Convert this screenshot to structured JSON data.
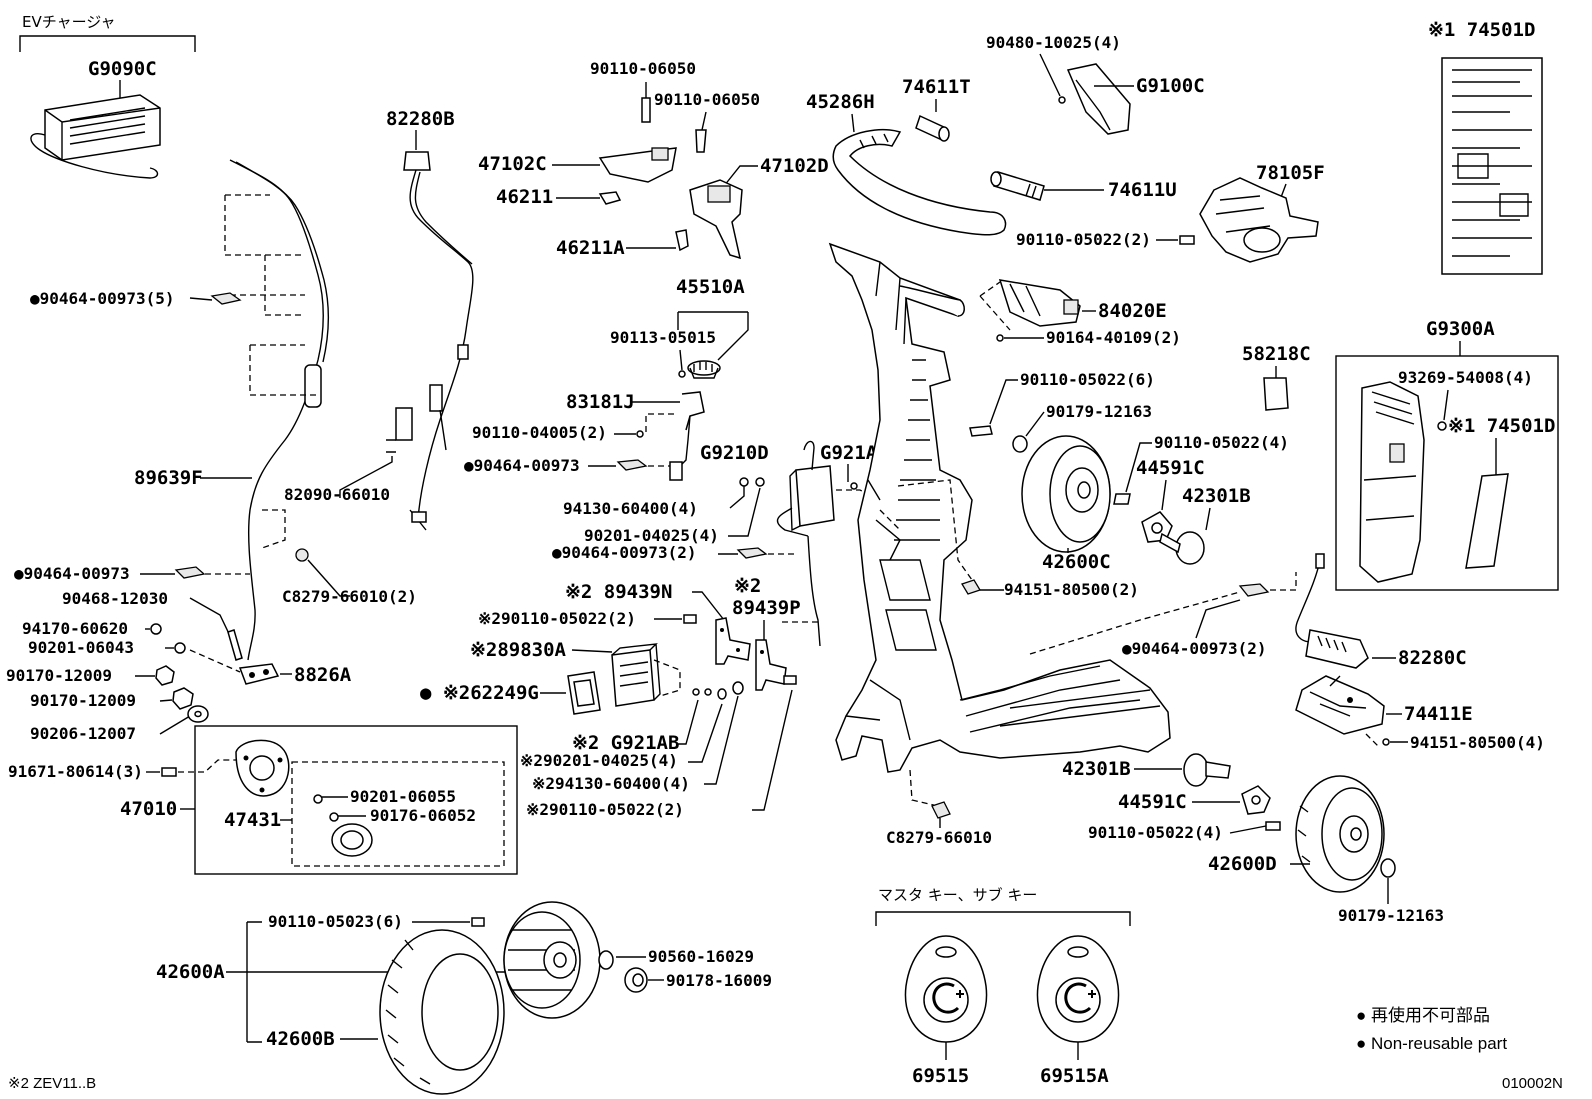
{
  "charger": {
    "group_label": "EVチャージャ",
    "part": "G9090C"
  },
  "cable": {
    "main": "89639F",
    "clip": "●90464-00973(5)",
    "clip2": "●90464-00973",
    "clamp": "C8279-66010(2)",
    "bolt": "90468-12030",
    "nut": "94170-60620",
    "washer": "90201-06043",
    "bracket": "8826A"
  },
  "hub": {
    "nut1": "90170-12009",
    "nut2": "90170-12009",
    "washer": "90206-12007",
    "bolt": "91671-80614(3)",
    "assy": "47010",
    "sub": "47431",
    "w1": "90201-06055",
    "w2": "90176-06052"
  },
  "wheel_front_left": {
    "screws": "90110-05023(6)",
    "wheel": "42600A",
    "tire": "42600B",
    "washer": "90560-16029",
    "bearing": "90178-16009"
  },
  "harness": {
    "top": "82280B",
    "clip": "82090-66010"
  },
  "lever": {
    "s1": "90110-06050",
    "s2": "90110-06050",
    "left": "47102C",
    "right": "47102D",
    "pin": "46211",
    "pin2": "46211A",
    "assy": "45510A",
    "screw": "90113-05015",
    "switch": "83181J",
    "screw2": "90110-04005(2)",
    "clip": "●90464-00973"
  },
  "ecu": {
    "a": "G9210D",
    "b": "G921AB",
    "n1": "94130-60400(4)",
    "n2": "90201-04025(4)",
    "clip": "●90464-00973(2)"
  },
  "bracket_group": {
    "a": "※2 89439N",
    "b_mark": "※2",
    "b": "89439P",
    "screw": "※290110-05022(2)",
    "unit": "※289830A",
    "pad": "● ※262249G",
    "ecu": "※2 G921AB",
    "w": "※290201-04025(4)",
    "n": "※294130-60400(4)",
    "s": "※290110-05022(2)"
  },
  "handle": {
    "bar": "45286H",
    "grip1": "74611T",
    "grip2": "74611U",
    "cover_screw": "90480-10025(4)",
    "cover": "G9100C"
  },
  "frame": {
    "sw": "84020E",
    "sw_screw": "90164-40109(2)",
    "s1": "90110-05022(6)",
    "w1": "90179-12163",
    "clip": "94151-80500(2)",
    "clamp": "C8279-66010"
  },
  "wheel_right_top": {
    "screws": "90110-05022(4)",
    "hub": "44591C",
    "axle": "42301B",
    "wheel": "42600C"
  },
  "wheel_right_bottom": {
    "axle": "42301B",
    "hub": "44591C",
    "screws": "90110-05022(4)",
    "wheel": "42600D",
    "washer": "90179-12163"
  },
  "right_parts": {
    "label_top": "※1 74501D",
    "bracket": "78105F",
    "bracket_screw": "90110-05022(2)",
    "pad": "58218C",
    "box_group": "G9300A",
    "box_screw": "93269-54008(4)",
    "box_label": "※1 74501D",
    "harness": "82280C",
    "harness_clip": "●90464-00973(2)",
    "mount": "74411E",
    "mount_clip": "94151-80500(4)"
  },
  "keys": {
    "group_label": "マスタ キー、サブ キー",
    "key1": "69515",
    "key2": "69515A"
  },
  "legend": {
    "jp": "● 再使用不可部品",
    "en": "● Non-reusable part"
  },
  "footer": {
    "note": "※2 ZEV11..B",
    "code": "010002N"
  }
}
